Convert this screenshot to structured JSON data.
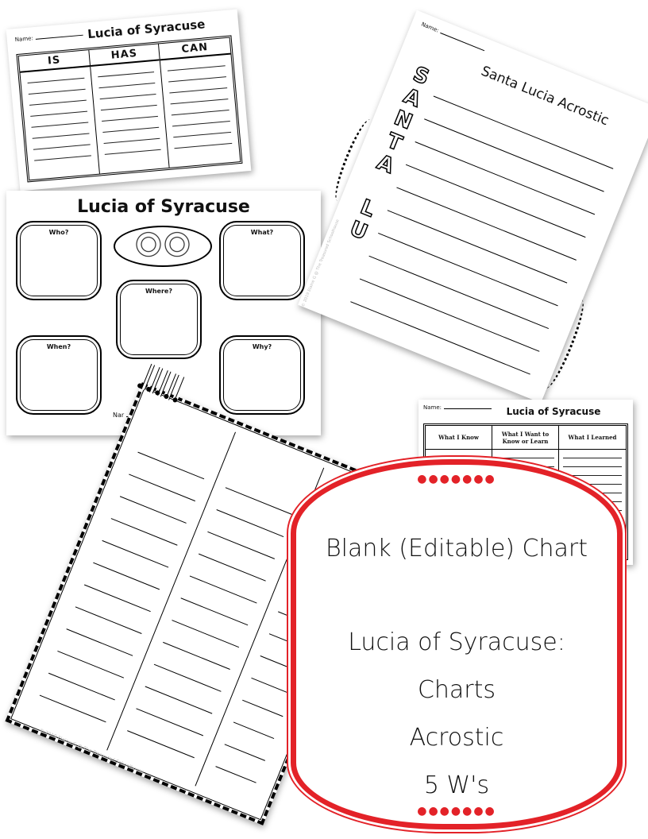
{
  "card_is_has_can": {
    "name_label": "Name:",
    "title": "Lucia of Syracuse",
    "headers": [
      "IS",
      "HAS",
      "CAN"
    ]
  },
  "card_5ws": {
    "title": "Lucia of Syracuse",
    "name_label": "Nar",
    "boxes": [
      "Who?",
      "What?",
      "Where?",
      "When?",
      "Why?"
    ]
  },
  "card_acrostic": {
    "name_label": "Name:",
    "title": "Santa Lucia Acrostic",
    "letters": "SANTA LU",
    "copyright": "© 2019 Elaine G @ The Treasured Schoolhouse"
  },
  "card_blank": {
    "copyright": "© 2019 Elaine G @ The Treasured Schoolhouse"
  },
  "card_kwl": {
    "name_label": "Name:",
    "title": "Lucia of Syracuse",
    "headers": [
      "What I Know",
      "What I Want to Know or Learn",
      "What I Learned"
    ]
  },
  "frame": {
    "lines": [
      "Blank (Editable) Chart",
      "Lucia of Syracuse:",
      "Charts",
      "Acrostic",
      "5 W's"
    ],
    "accent_color": "#e32228"
  }
}
